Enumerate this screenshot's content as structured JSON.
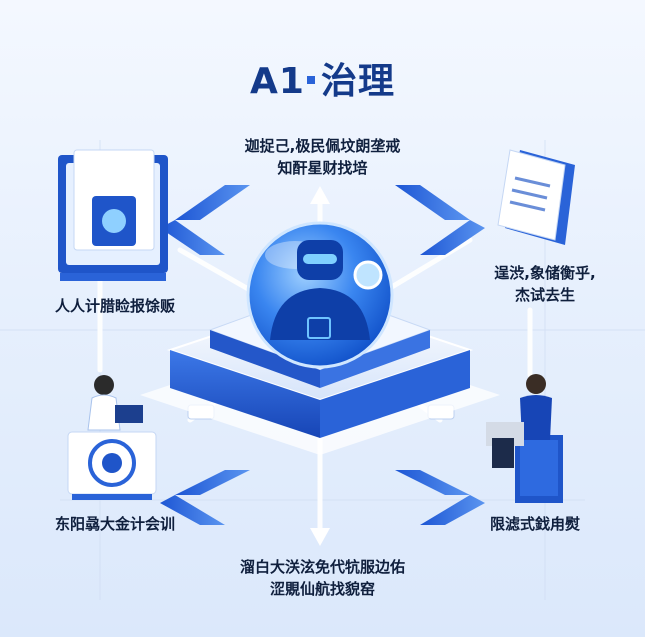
{
  "title": {
    "prefix": "A1",
    "suffix": "治理"
  },
  "labels": {
    "top_line1": "迦捉己,极民佩坟朗垄戒",
    "top_line2": "知酐星财找培",
    "left": "人人计腊睑报馀贩",
    "right_line1": "逞渋,象储衡乎,",
    "right_line2": "杰试去生",
    "bottom_left": "东阳骉大金计会训",
    "bottom_right": "限滤式鈛甪熨",
    "bottom_line1": "溜白大浂泫免代牨服边佑",
    "bottom_line2": "涩覞仙航找貌窑"
  },
  "colors": {
    "accent": "#2a63d8",
    "title": "#143a8a",
    "platform": "#e8f0fc",
    "platform_edge": "#1f55c9"
  },
  "icons": [
    "monitor-shield-icon",
    "document-icon",
    "robot-icon",
    "analyst-person-icon",
    "target-screen-icon",
    "businessman-laptop-icon"
  ]
}
